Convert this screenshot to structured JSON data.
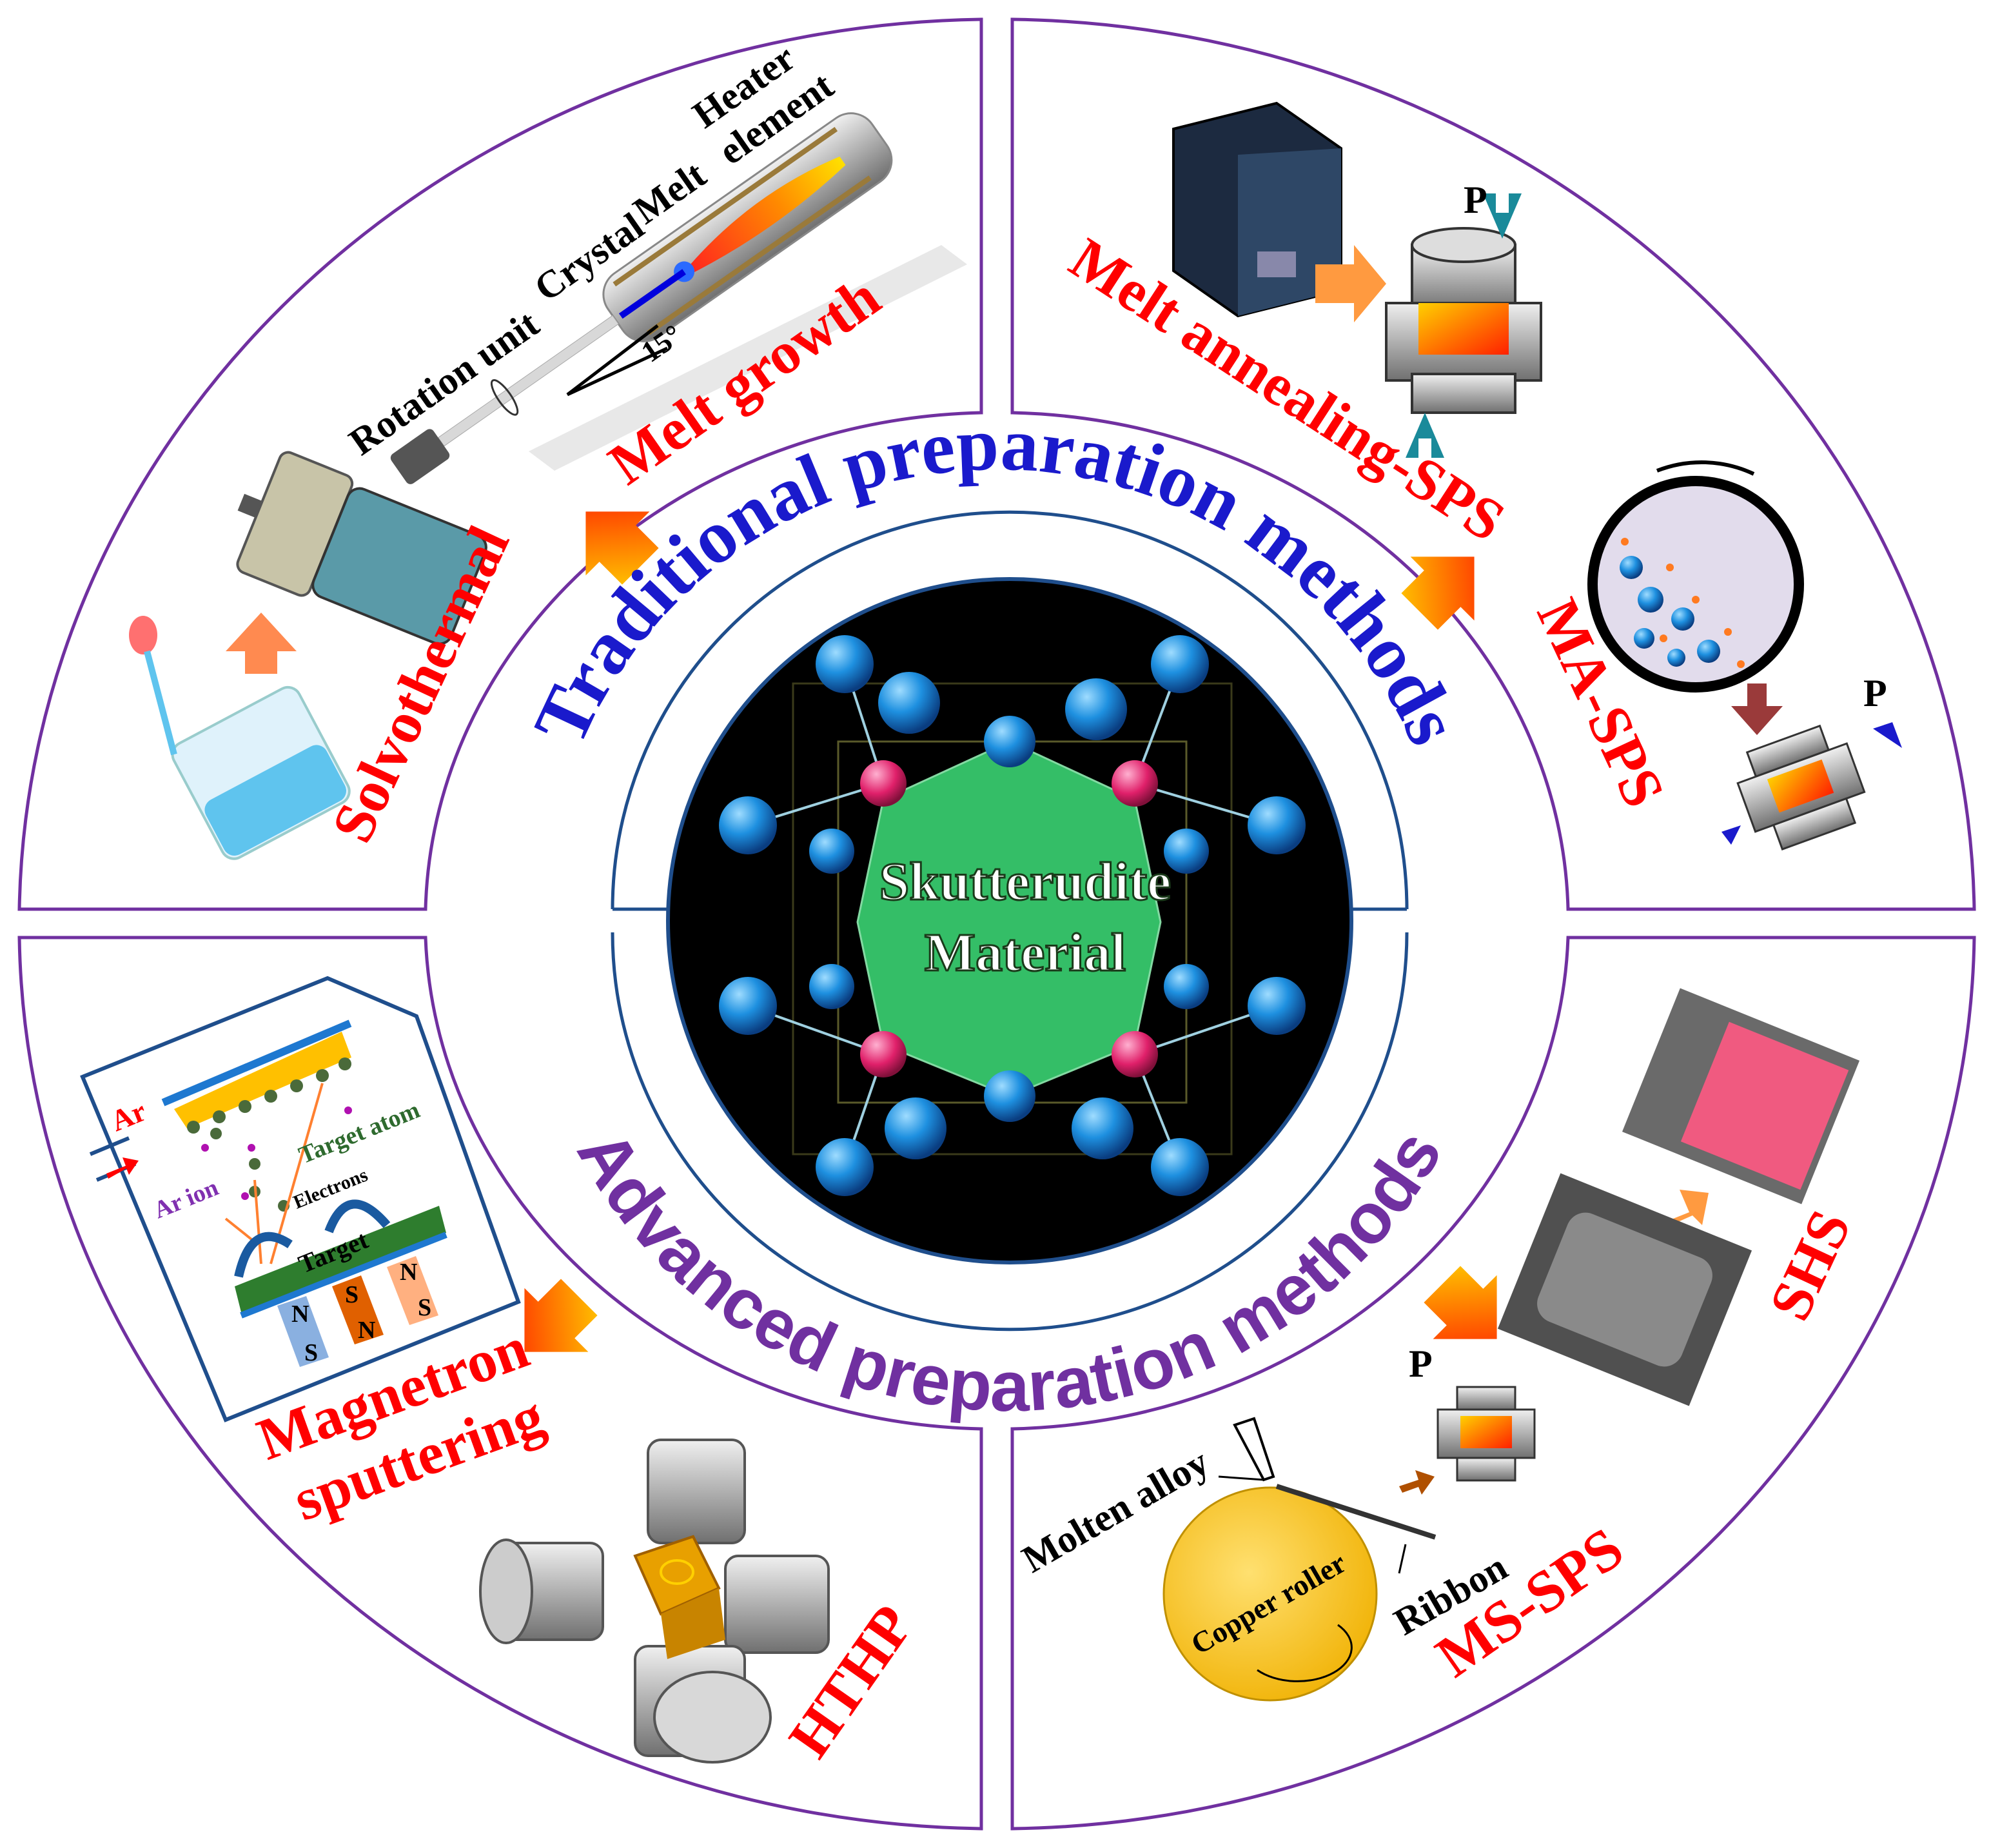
{
  "titles": {
    "traditional": "Traditional preparation methods",
    "advanced": "Advanced preparation methods"
  },
  "center": {
    "line1": "Skutterudite",
    "line2": "Material"
  },
  "methods": {
    "melt_growth": "Melt growth",
    "solvothermal": "Solvothermal",
    "melt_annealing_sps": "Melt annealing-SPS",
    "ma_sps": "MA-SPS",
    "magnetron_line1": "Magnetron",
    "magnetron_line2": "sputtering",
    "hthp": "HTHP",
    "ms_sps": "MS-SPS",
    "shs": "SHS"
  },
  "melt_growth_labels": {
    "rotation_unit": "Rotation unit",
    "crystal": "Crystal",
    "melt": "Melt",
    "heater_line1": "Heater",
    "heater_line2": "element",
    "angle": "15°"
  },
  "pressure_label": "P",
  "sputtering_labels": {
    "ar": "Ar",
    "ar_ion": "Ar ion",
    "target_atom": "Target atom",
    "electrons": "Electrons",
    "target": "Target",
    "north": "N",
    "south": "S"
  },
  "ms_sps_labels": {
    "molten_alloy": "Molten alloy",
    "copper_roller": "Copper roller",
    "ribbon": "Ribbon"
  },
  "colors": {
    "panel_border": "#7030a0",
    "traditional_title": "#1a1acc",
    "advanced_title": "#7030a0",
    "method_label": "#ff0000",
    "ring": "#1f4e8c"
  }
}
